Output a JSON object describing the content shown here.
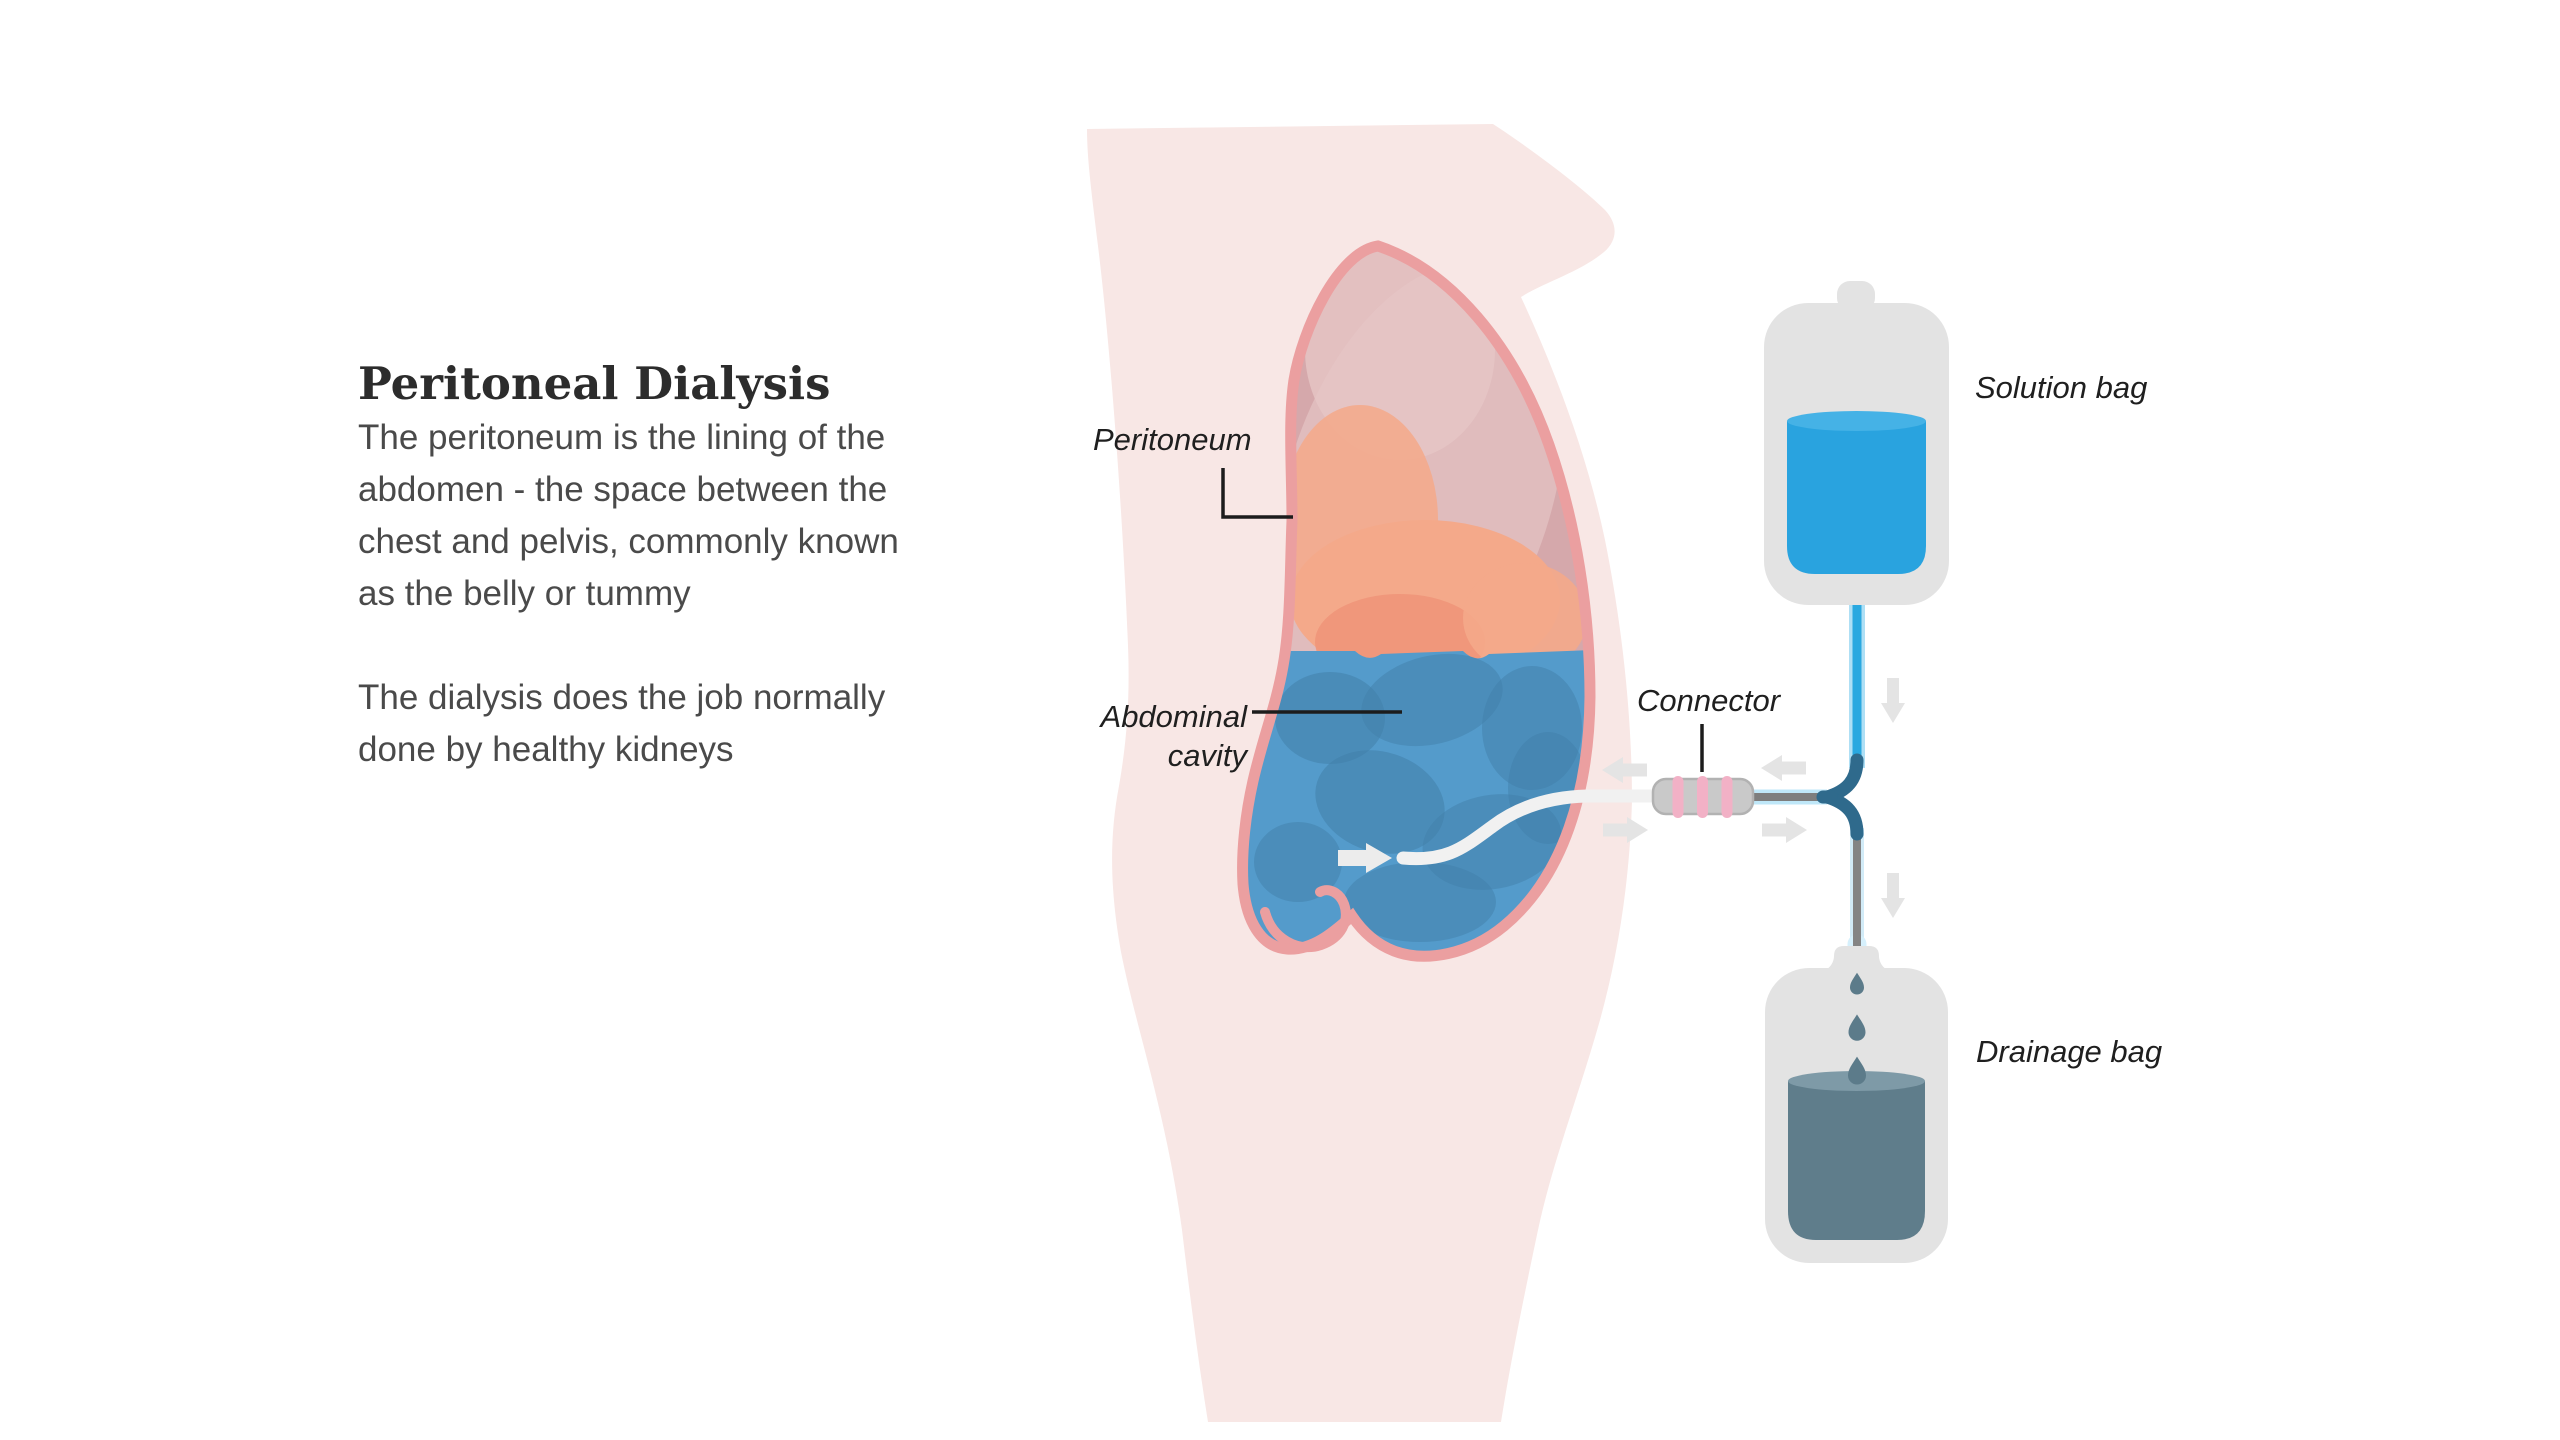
{
  "header": {
    "title": "Peritoneal Dialysis"
  },
  "intro": {
    "p1": [
      "The peritoneum is the lining of the",
      "abdomen - the space between the",
      "chest and pelvis, commonly known",
      "as the belly or tummy"
    ],
    "p2": [
      "The dialysis does the job normally",
      "done by healthy kidneys"
    ]
  },
  "diagram": {
    "labels": {
      "peritoneum": "Peritoneum",
      "abdominal_cavity_line1": "Abdominal",
      "abdominal_cavity_line2": "cavity",
      "connector": "Connector",
      "solution_bag": "Solution bag",
      "drainage_bag": "Drainage bag"
    },
    "colors": {
      "body_skin": "#f8e7e5",
      "peritoneum_border": "#eb9fa0",
      "cavity_interior": "#d5a8ab",
      "cavity_inner_light": "#e0bcbd",
      "organ_orange": "#f4a98a",
      "dialysis_fluid": "#549bcb",
      "fluid_blob_dark": "#417fa9",
      "solution_fluid": "#29a3df",
      "solution_fluid_top": "#45b2e6",
      "drainage_fluid": "#5f7d8b",
      "drainage_fluid_top": "#7e9aa7",
      "bag_gray": "#e3e3e3",
      "connector_gray": "#c9c9c9",
      "connector_band_pink": "#f2b1c6",
      "junction_blue": "#2f6a8c",
      "tube_blue": "#29a8e0",
      "tube_blue_casing": "#aedff5",
      "tube_gray": "#848484",
      "tube_glow": "#d6f0fc",
      "catheter_white": "#f1f1f1",
      "arrow_gray": "#e4e4e4",
      "droplet": "#5c7b8a",
      "label_text": "#1f1f1f"
    }
  }
}
